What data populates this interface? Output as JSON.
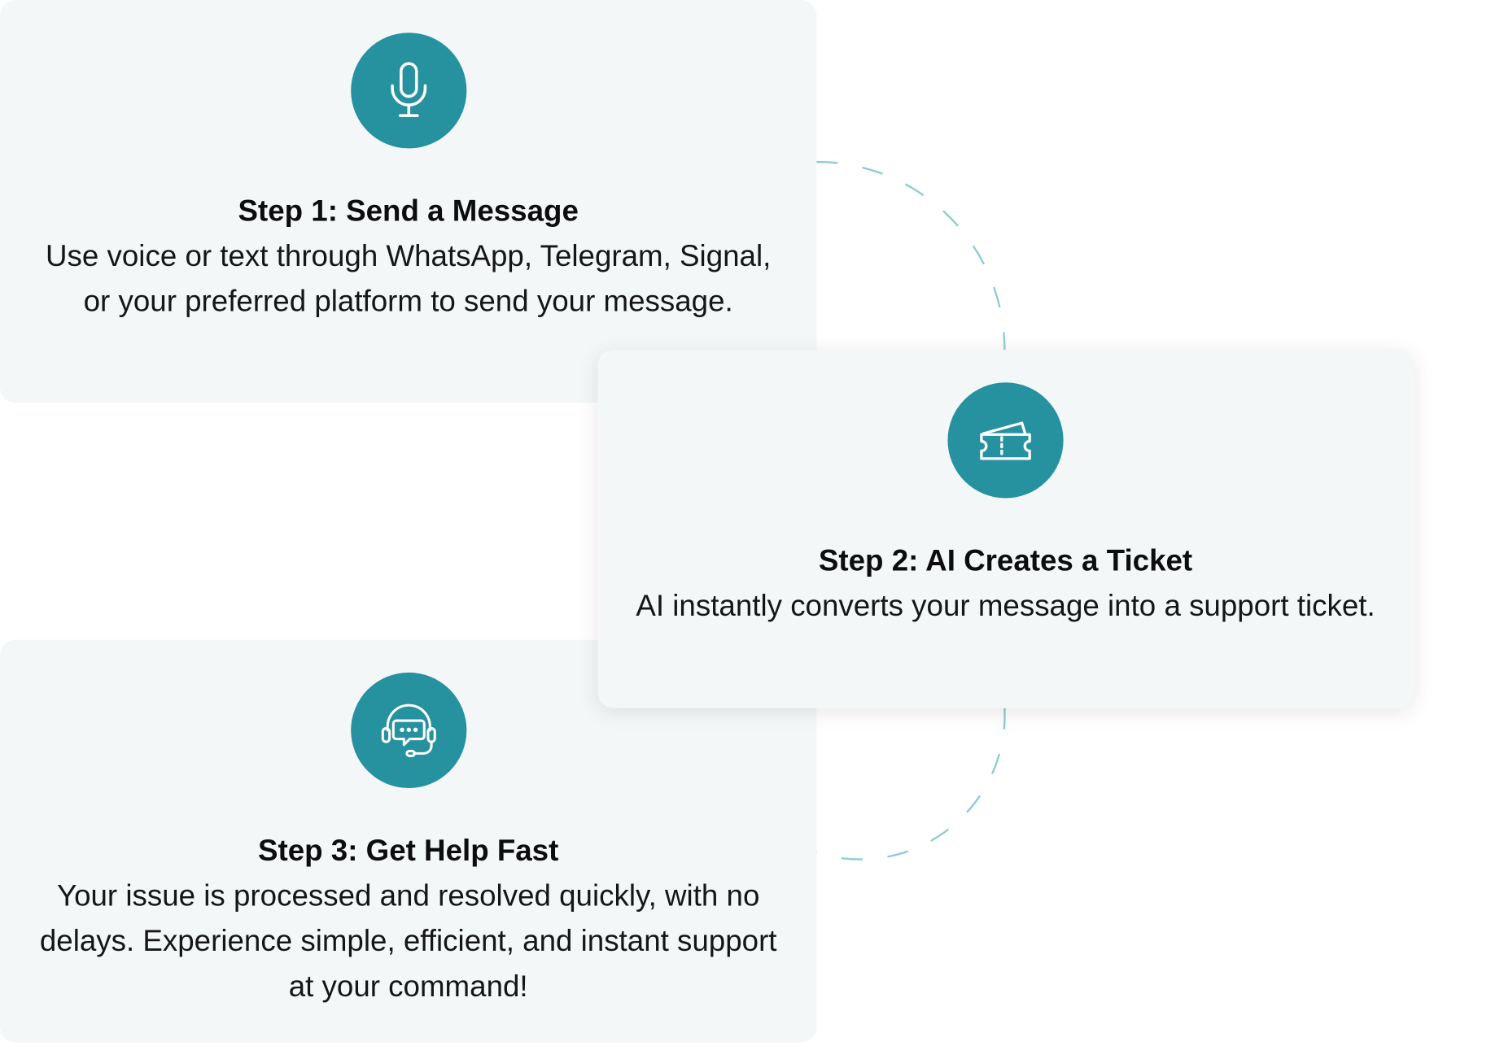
{
  "colors": {
    "accent": "#26919f",
    "card_background": "#f4f7f8",
    "connector": "#8fcbd4"
  },
  "steps": [
    {
      "title": "Step 1: Send a Message",
      "description": "Use voice or text through WhatsApp, Telegram, Signal, or your preferred platform to send your message.",
      "icon": "microphone-icon"
    },
    {
      "title": "Step 2: AI Creates a Ticket",
      "description": "AI instantly converts your message into a support ticket.",
      "icon": "ticket-icon"
    },
    {
      "title": "Step 3: Get Help Fast",
      "description": "Your issue is processed and resolved quickly, with no delays. Experience simple, efficient, and instant support at your command!",
      "icon": "headset-chat-icon"
    }
  ]
}
